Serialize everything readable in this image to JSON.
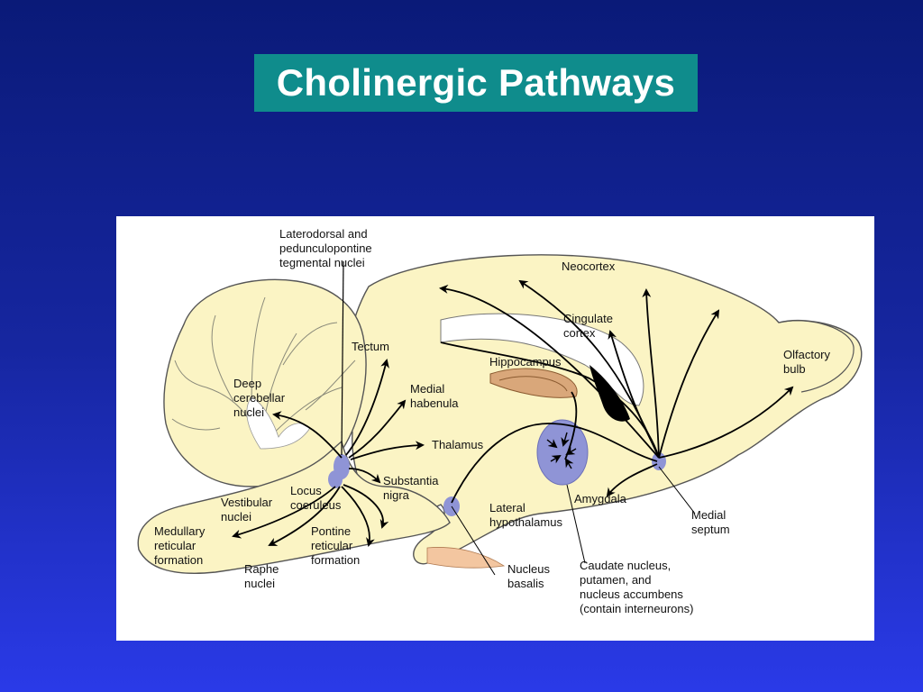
{
  "slide": {
    "title": "Cholinergic Pathways"
  },
  "diagram": {
    "colors": {
      "slide_bg_top": "#0a1a78",
      "slide_bg_bottom": "#2a3ae8",
      "title_bg": "#0f8c8c",
      "brain_fill": "#fbf4c4",
      "nucleus_fill": "#8f94d6",
      "hippocampus_fill": "#d9a77a"
    },
    "labels": {
      "ldt_line1": "Laterodorsal and",
      "ldt_line2": "pedunculopontine",
      "ldt_line3": "tegmental nuclei",
      "neocortex": "Neocortex",
      "cingulate_line1": "Cingulate",
      "cingulate_line2": "cortex",
      "hippocampus": "Hippocampus",
      "olfactory_line1": "Olfactory",
      "olfactory_line2": "bulb",
      "tectum": "Tectum",
      "medial_habenula_line1": "Medial",
      "medial_habenula_line2": "habenula",
      "thalamus": "Thalamus",
      "deep_line1": "Deep",
      "deep_line2": "cerebellar",
      "deep_line3": "nuclei",
      "substantia_line1": "Substantia",
      "substantia_line2": "nigra",
      "locus_line1": "Locus",
      "locus_line2": "coeruleus",
      "vestibular_line1": "Vestibular",
      "vestibular_line2": "nuclei",
      "medullary_line1": "Medullary",
      "medullary_line2": "reticular",
      "medullary_line3": "formation",
      "pontine_line1": "Pontine",
      "pontine_line2": "reticular",
      "pontine_line3": "formation",
      "raphe_line1": "Raphe",
      "raphe_line2": "nuclei",
      "lateral_line1": "Lateral",
      "lateral_line2": "hypothalamus",
      "amygdala": "Amygdala",
      "medial_septum_line1": "Medial",
      "medial_septum_line2": "septum",
      "nucleus_basalis_line1": "Nucleus",
      "nucleus_basalis_line2": "basalis",
      "caudate_line1": "Caudate nucleus,",
      "caudate_line2": "putamen, and",
      "caudate_line3": "nucleus accumbens",
      "caudate_line4": "(contain interneurons)"
    }
  }
}
